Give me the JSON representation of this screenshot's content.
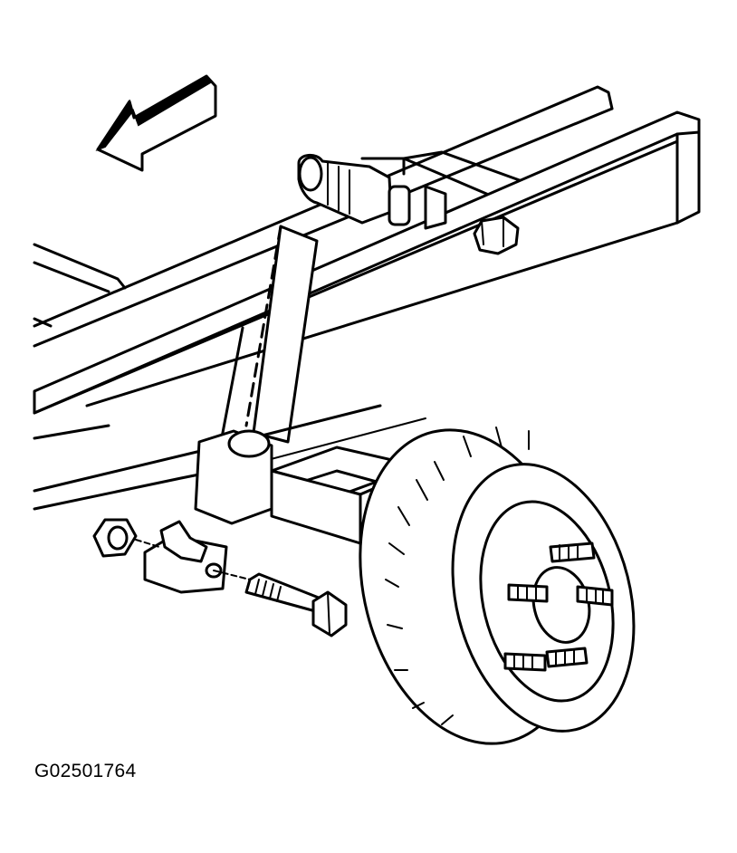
{
  "figure": {
    "id_label": "G02501764",
    "ink_color": "#000000",
    "background_color": "#ffffff"
  },
  "parts": [
    {
      "name": "direction-arrow-icon",
      "meaning": "forward"
    },
    {
      "name": "frame-rail"
    },
    {
      "name": "frame-crossmember"
    },
    {
      "name": "leaf-spring"
    },
    {
      "name": "spring-front-hanger-bolt"
    },
    {
      "name": "spring-rear-shackle"
    },
    {
      "name": "shock-absorber"
    },
    {
      "name": "axle-spring-bracket"
    },
    {
      "name": "mounting-bolt"
    },
    {
      "name": "mounting-nut"
    },
    {
      "name": "brake-drum"
    },
    {
      "name": "wheel-stud"
    }
  ]
}
